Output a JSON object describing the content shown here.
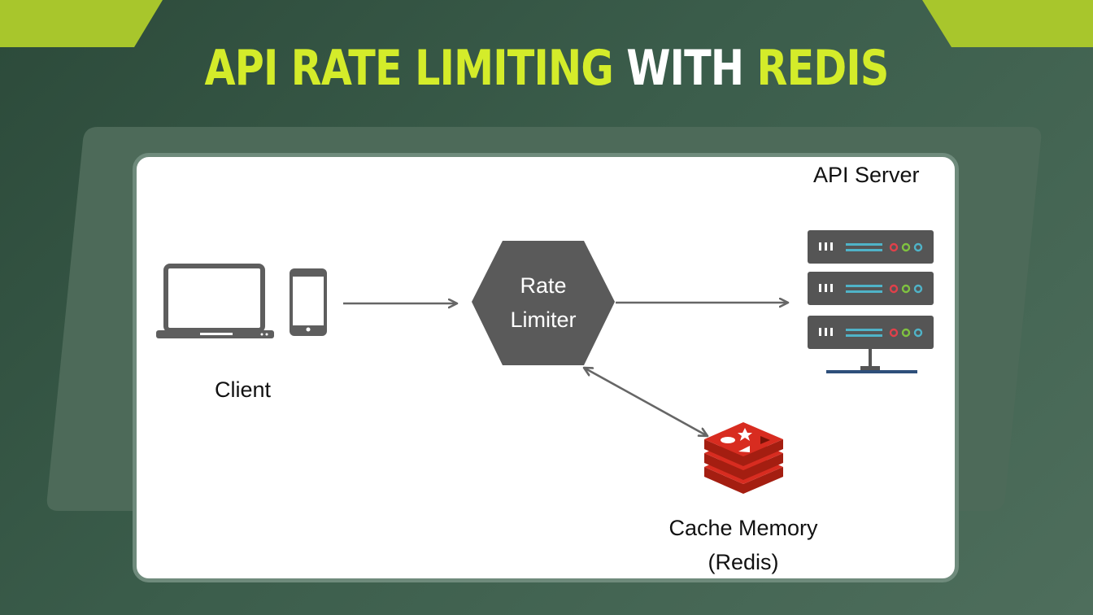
{
  "title": {
    "part1": "API RATE LIMITING ",
    "part2": "WITH ",
    "part3": "REDIS"
  },
  "diagram": {
    "api_server_label": "API Server",
    "client_label": "Client",
    "rate_limiter_line1": "Rate",
    "rate_limiter_line2": "Limiter",
    "cache_line1": "Cache Memory",
    "cache_line2": "(Redis)"
  },
  "colors": {
    "accent": "#d4ec2a",
    "node_fill": "#5a5a5a",
    "redis_red": "#d82c20"
  },
  "icons": [
    "laptop-icon",
    "phone-icon",
    "server-rack-icon",
    "redis-logo-icon"
  ]
}
